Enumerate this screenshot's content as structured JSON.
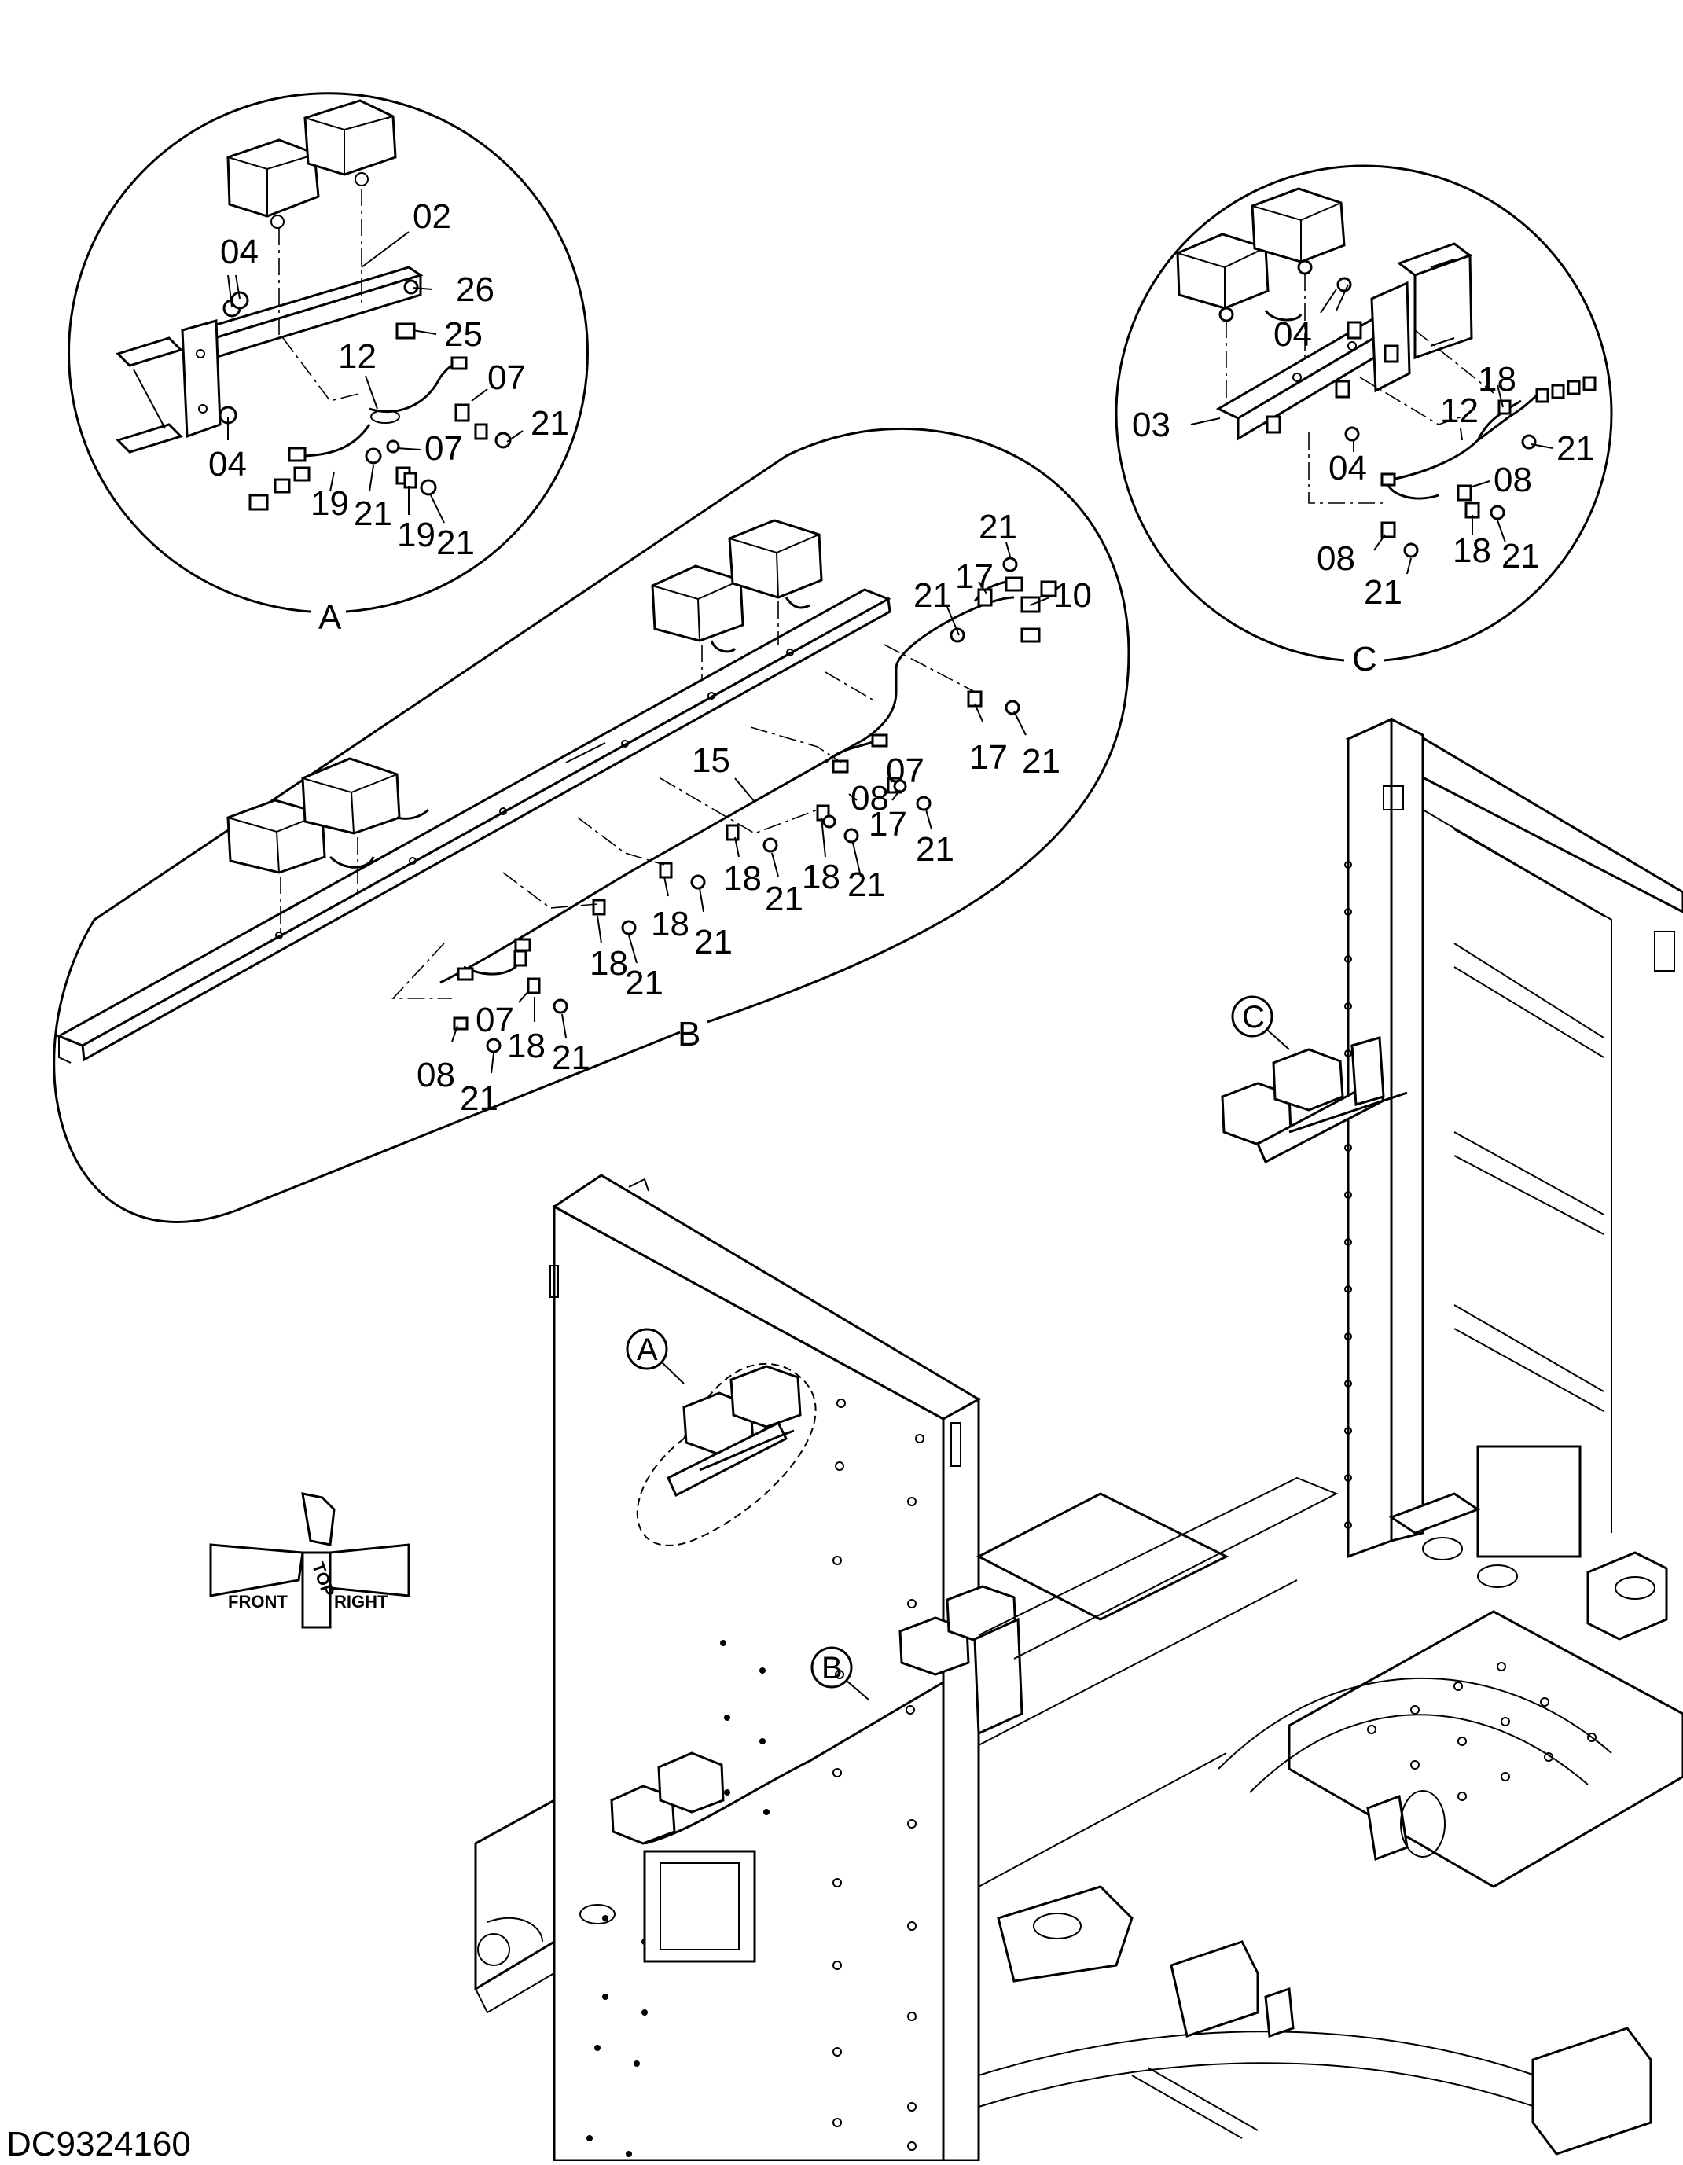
{
  "document_id": "DC9324160",
  "detail_views": [
    {
      "id": "A",
      "callouts": [
        "02",
        "04",
        "26",
        "25",
        "12",
        "07",
        "21",
        "04",
        "07",
        "19",
        "21",
        "19",
        "21"
      ]
    },
    {
      "id": "B",
      "callouts": [
        "21",
        "17",
        "21",
        "10",
        "17",
        "21",
        "15",
        "07",
        "08",
        "17",
        "21",
        "18",
        "21",
        "18",
        "21",
        "18",
        "21",
        "18",
        "21",
        "07",
        "18",
        "21",
        "08",
        "21"
      ]
    },
    {
      "id": "C",
      "callouts": [
        "04",
        "18",
        "03",
        "12",
        "21",
        "04",
        "08",
        "08",
        "18",
        "21",
        "21"
      ]
    }
  ],
  "location_markers": [
    "A",
    "B",
    "C"
  ],
  "orientation_arrow": {
    "front": "FRONT",
    "top": "TOP",
    "right": "RIGHT"
  }
}
